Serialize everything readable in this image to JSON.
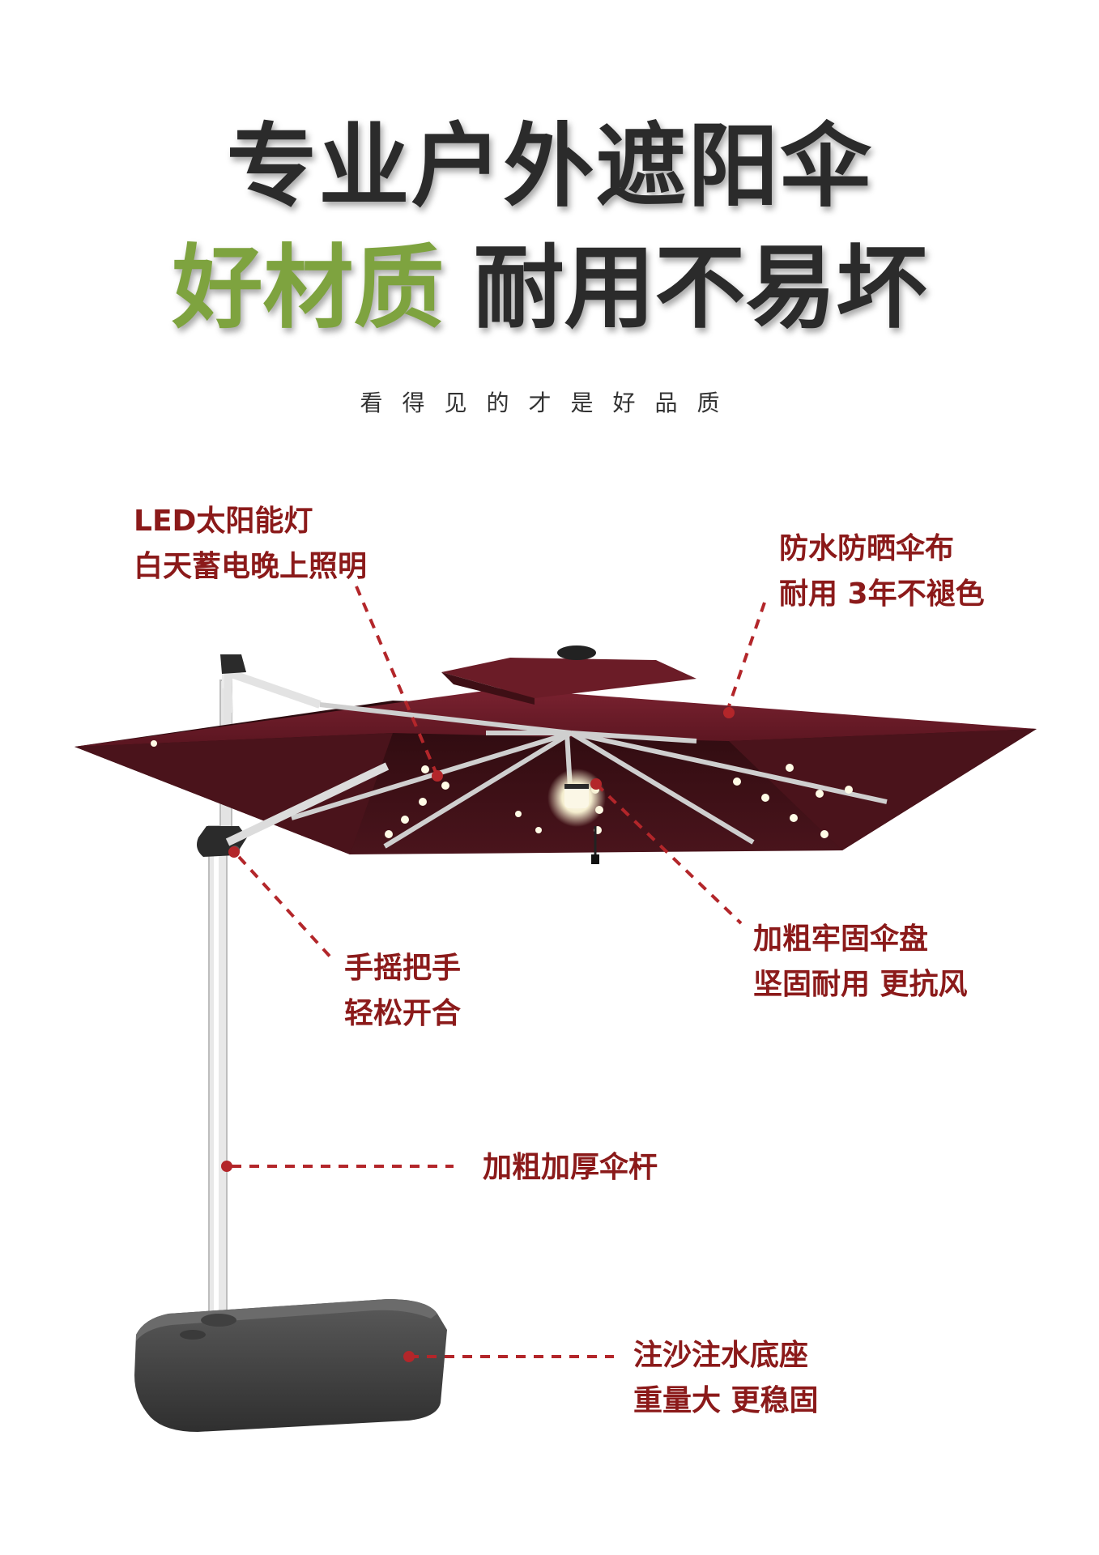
{
  "header": {
    "title_line1": "专业户外遮阳伞",
    "title_line2_accent": "好材质",
    "title_line2_rest": "耐用不易坏",
    "subtitle": "看得见的才是好品质"
  },
  "callouts": {
    "led": {
      "line1": "LED太阳能灯",
      "line2": "白天蓄电晚上照明"
    },
    "canopy": {
      "line1": "防水防晒伞布",
      "line2": "耐用 3年不褪色"
    },
    "handle": {
      "line1": "手摇把手",
      "line2": "轻松开合"
    },
    "hub": {
      "line1": "加粗牢固伞盘",
      "line2": "坚固耐用 更抗风"
    },
    "pole": {
      "line1": "加粗加厚伞杆"
    },
    "base": {
      "line1": "注沙注水底座",
      "line2": "重量大 更稳固"
    }
  },
  "colors": {
    "accent_green": "#7ea33f",
    "title_dark": "#2b2b2b",
    "callout_red": "#8b1a1a",
    "canopy": "#5e1820"
  }
}
